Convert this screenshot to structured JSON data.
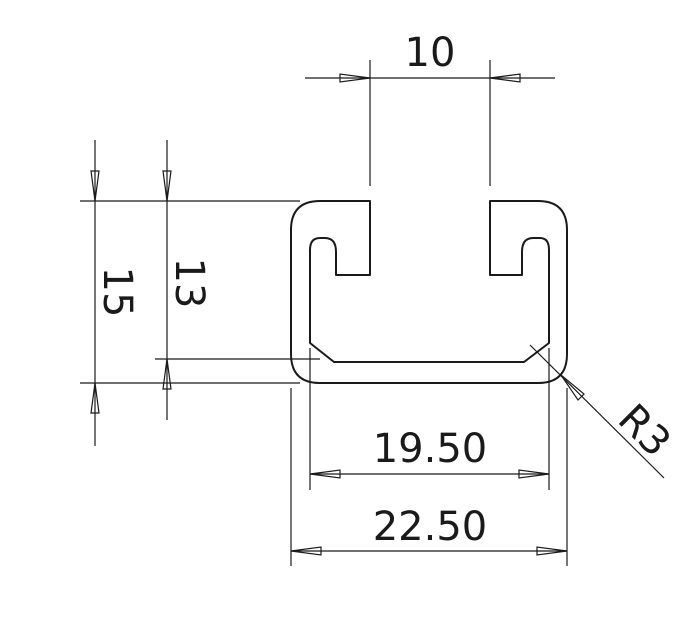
{
  "dimensions": {
    "slot_width": "10",
    "outer_height": "15",
    "inner_height": "13",
    "inner_width": "19.50",
    "outer_width": "22.50",
    "corner_radius": "R3"
  },
  "colors": {
    "line": "#1a1a1a",
    "background": "#ffffff"
  }
}
